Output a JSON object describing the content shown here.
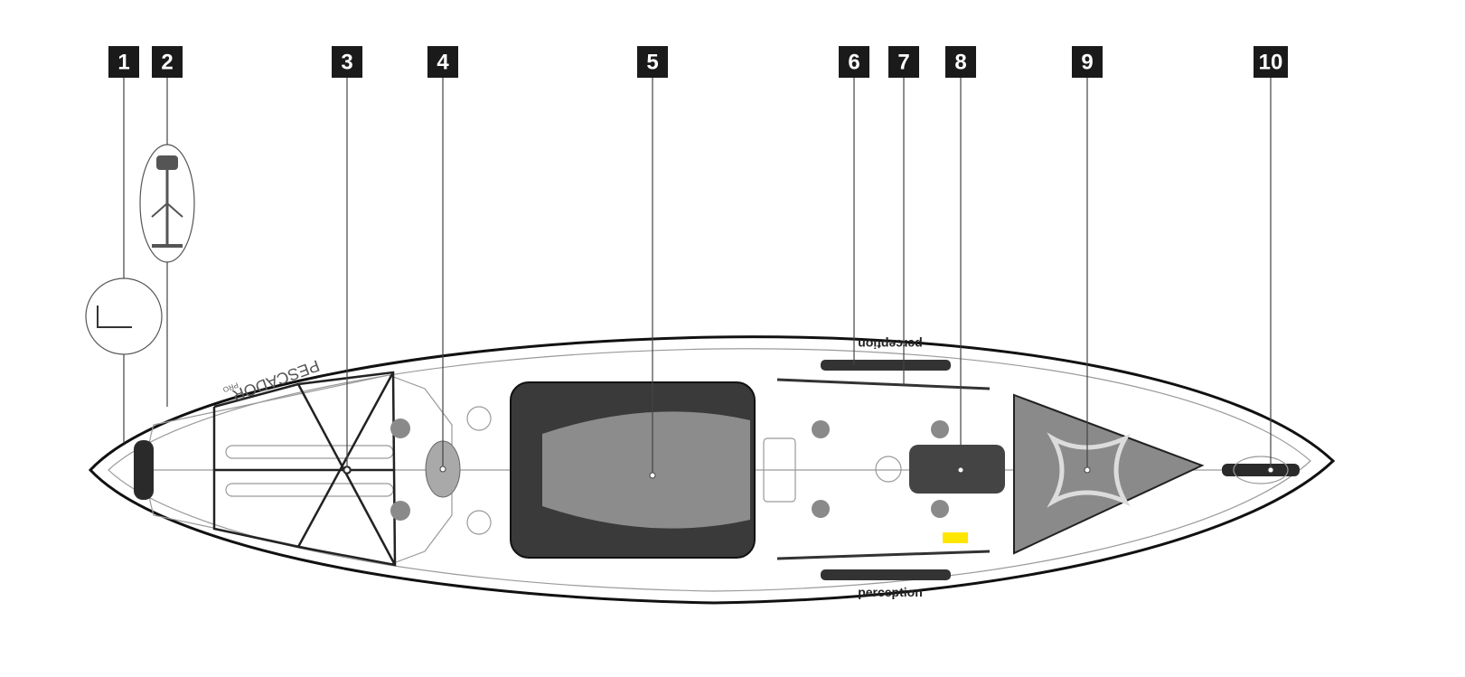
{
  "diagram": {
    "callouts": [
      {
        "number": "1"
      },
      {
        "number": "2"
      },
      {
        "number": "3"
      },
      {
        "number": "4"
      },
      {
        "number": "5"
      },
      {
        "number": "6"
      },
      {
        "number": "7"
      },
      {
        "number": "8"
      },
      {
        "number": "9"
      },
      {
        "number": "10"
      }
    ],
    "hull_text": {
      "brand_port": "perception",
      "brand_starboard": "perception",
      "model": "PESCADOR",
      "model_badge": "PRO"
    },
    "colors": {
      "hull": "#ffffff",
      "outline": "#111111",
      "seat": "#3a3a3a",
      "seat_center": "#8c8c8c",
      "deck_pad": "#8a8a8a",
      "callout_box": "#1a1a1a",
      "highlight": "#ffe600"
    }
  }
}
